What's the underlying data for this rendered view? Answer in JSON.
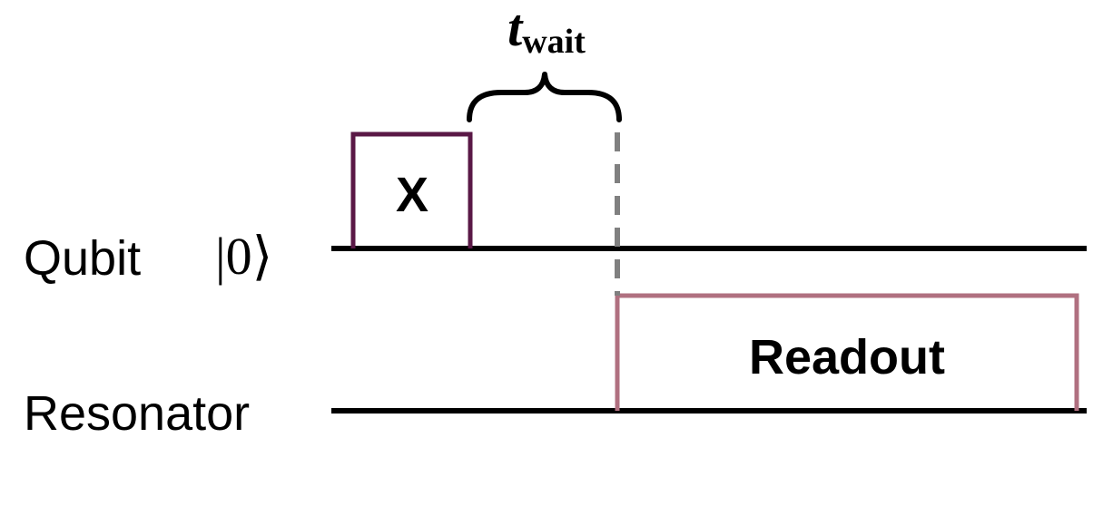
{
  "labels": {
    "qubit": "Qubit",
    "resonator": "Resonator",
    "ket": "|0⟩"
  },
  "pulses": {
    "x_gate": "X",
    "readout": "Readout"
  },
  "wait": {
    "symbol": "t",
    "subscript": "wait"
  },
  "colors": {
    "x_gate": "#5a1846",
    "readout": "#b07080",
    "marker": "#808080",
    "line": "#000000"
  }
}
